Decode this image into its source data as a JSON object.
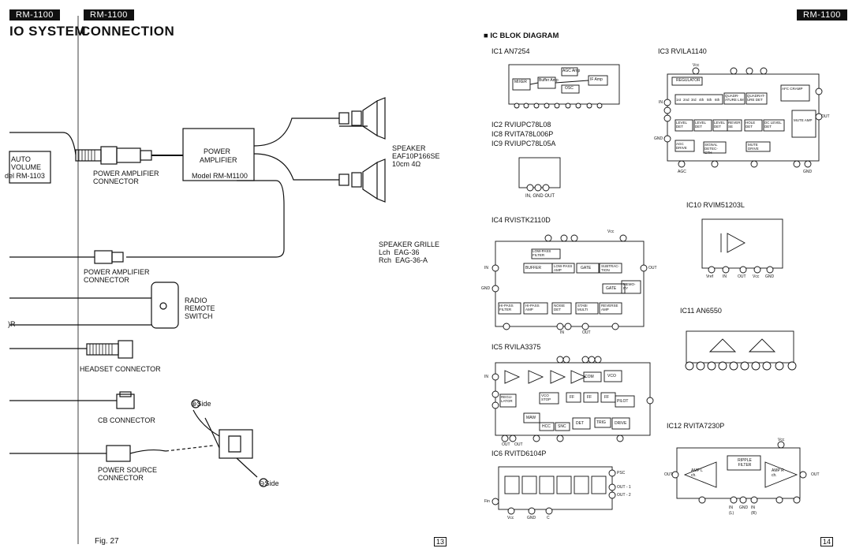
{
  "left_page": {
    "header_tags": [
      "RM-1100",
      "RM-1100"
    ],
    "title_left": "IO SYSTEM",
    "title_right": "CONNECTION",
    "auto_volume_box": [
      "AUTO",
      "VOLUME",
      "del RM-1103"
    ],
    "power_amp_box": [
      "POWER",
      "AMPLIFIER",
      "Model RM-M1100"
    ],
    "labels": {
      "power_amp_connector_1": "POWER AMPLIFIER\nCONNECTOR",
      "power_amp_connector_2": "POWER AMPLIFIER\nCONNECTOR",
      "speaker": "SPEAKER\nEAF10P166SE\n10cm 4Ω",
      "speaker_grille": "SPEAKER GRILLE\nLch  EAG-36\nRch  EAG-36-A",
      "radio_remote_switch": "RADIO\nREMOTE\nSWITCH",
      "headset_connector": "HEADSET CONNECTOR",
      "cb_connector": "CB CONNECTOR",
      "power_source_connector": "POWER SOURCE\nCONNECTOR",
      "plus_side": "⊕Side",
      "minus_side": "⊖Side",
      "or_cut": ")R"
    },
    "fig": "Fig. 27",
    "page_number": "13"
  },
  "right_page": {
    "header_tag": "RM-1100",
    "section_title": "■ IC BLOK DIAGRAM",
    "page_number": "14",
    "ics": {
      "ic1": "IC1  AN7254",
      "ic2_group": [
        "IC2  RVIUPC78L08",
        "IC8  RVITA78L006P",
        "IC9  RVIUPC78L05A"
      ],
      "ic2_pins": "IN, GND OUT",
      "ic3": "IC3  RVILA1140",
      "ic4": "IC4  RVISTK2110D",
      "ic5": "IC5  RVILA3375",
      "ic6": "IC6  RVITD6104P",
      "ic10": "IC10  RVIM51203L",
      "ic11": "IC11  AN6550",
      "ic12": "IC12  RVITA7230P"
    },
    "ic1_blocks": [
      "MIXER",
      "Buffer Amp",
      "AGC Amp",
      "OSC",
      "IF Amp"
    ],
    "ic3_blocks": [
      "REGULATOR",
      "AFC CRAMP",
      "QUADR- ATURE LIM",
      "QUADRAT- URE DET",
      "LEVEL DET",
      "LEVEL DET",
      "LEVEL DET",
      "REVER SE",
      "HOLE DET",
      "DC LEVEL DET",
      "MUTE AMP",
      "AGC DRIVE",
      "SIGNAL DETEC- GTH",
      "MUTE DRIVE"
    ],
    "ic3_stages": [
      "1st",
      "2nd",
      "3rd",
      "4th",
      "5th",
      "6th"
    ],
    "ic3_pin_labels": [
      "IN",
      "GND",
      "OUT",
      "Vcc",
      "AGC",
      "GND"
    ],
    "ic4_blocks": [
      "LOW-PASS FILTER",
      "BUFFER",
      "LOW-PASS AMP",
      "GATE",
      "SUBTRAC- TION",
      "GATE",
      "MEMO- RY",
      "HI-PASS FILTER",
      "HI-PASS AMP",
      "NOISE DET",
      "STABI MULTI",
      "REVERSE AMP"
    ],
    "ic4_pin_labels": [
      "IN",
      "GND",
      "OUT",
      "Vcc",
      "IN",
      "OUT"
    ],
    "ic5_blocks": [
      "COM",
      "VCO",
      "REGU- LATOR",
      "VCO STOP",
      "FF",
      "FF",
      "FF",
      "PILOT",
      "MAW",
      "HCC",
      "SNC",
      "DET",
      "TRIG",
      "DRIVE"
    ],
    "ic5_pin_labels": [
      "IN",
      "OUT",
      "OUT"
    ],
    "ic6_pin_labels": [
      "PSC",
      "OUT - 1",
      "OUT - 2",
      "Fin",
      "Vcc",
      "GND",
      "C"
    ],
    "ic10_pin_labels": [
      "Vref",
      "IN",
      "OUT",
      "Vcc",
      "GND"
    ],
    "ic12_blocks": [
      "RIPPLE FILTER",
      "AMP L ch.",
      "AMP R ch."
    ],
    "ic12_pin_labels": [
      "Vcc",
      "OUT",
      "OUT",
      "IN",
      "GND",
      "IN",
      "(L)",
      "(R)"
    ]
  }
}
